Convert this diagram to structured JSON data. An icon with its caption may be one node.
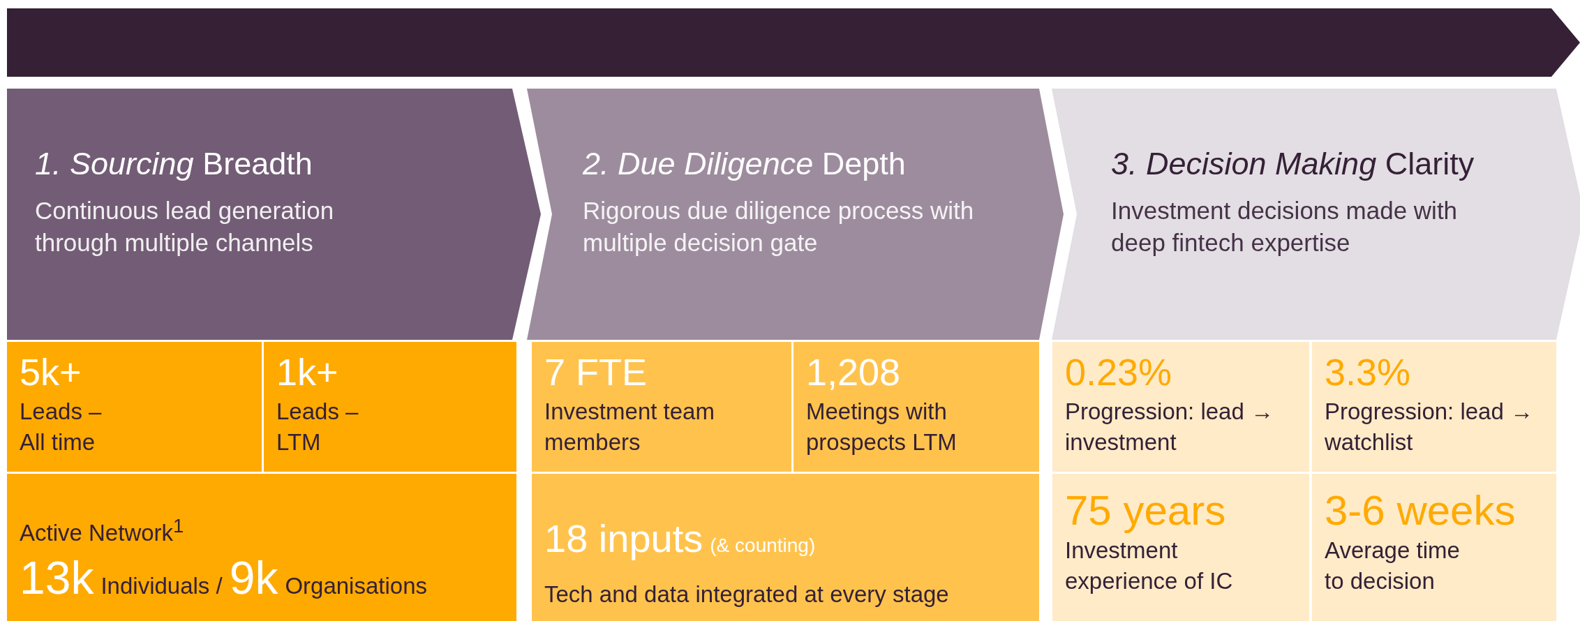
{
  "diagram": {
    "nodes": [
      {
        "text": [],
        "shape": "bar"
      },
      {
        "text": [
          "*1. Sourcing* Breadth",
          "Continuous lead generation through multiple channels"
        ]
      },
      {
        "text": [
          "*2. Due Diligence* Depth",
          "Rigorous due diligence process with multiple decision gate"
        ]
      },
      {
        "text": [
          "*3. Decision Making* Clarity",
          "Investment decisions made with deep fintech expertise"
        ]
      },
      {
        "text": [
          "5k+",
          "Leads – All time"
        ]
      },
      {
        "text": [
          "1k+",
          "Leads – LTM"
        ]
      },
      {
        "text": [
          "7 FTE",
          "Investment team members"
        ]
      },
      {
        "text": [
          "1,208",
          "Meetings with prospects LTM"
        ]
      },
      {
        "text": [
          "0.23%",
          "Progression: lead → investment"
        ]
      },
      {
        "text": [
          "3.3%",
          "Progression: lead → watchlist"
        ]
      },
      {
        "text": [
          "Active Network$^{1}$",
          "13k",
          "Individuals /",
          "9k",
          "Organisations"
        ]
      },
      {
        "text": [
          "18 inputs",
          "(& counting)",
          "Tech and data integrated at every stage"
        ]
      },
      {
        "text": [
          "75 years",
          "Investment experience of IC"
        ]
      },
      {
        "text": [
          "3-6 weeks",
          "Average time to decision"
        ]
      }
    ]
  }
}
